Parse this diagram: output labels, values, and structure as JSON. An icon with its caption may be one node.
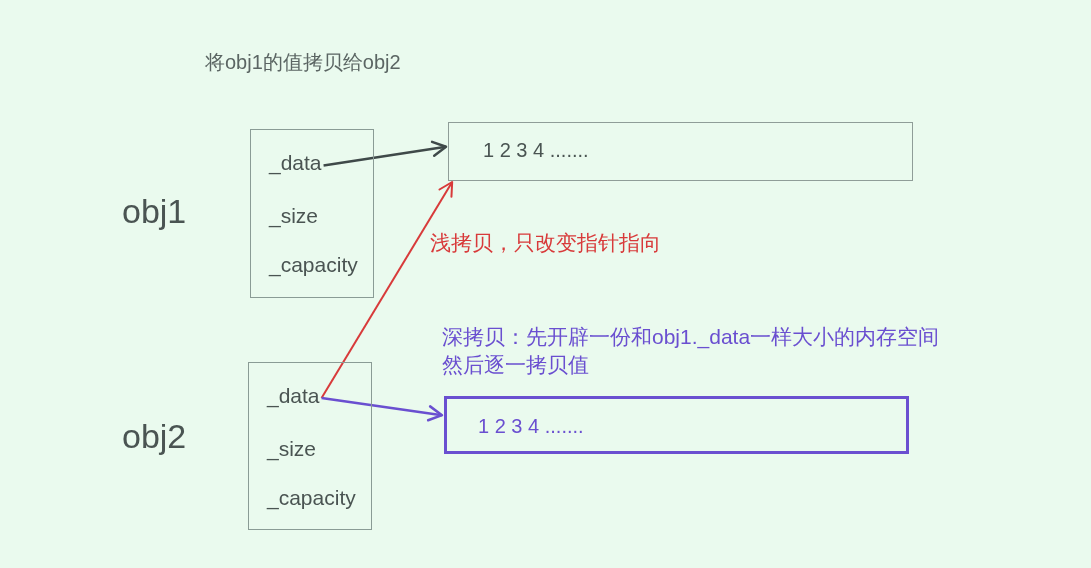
{
  "diagram": {
    "title": "将obj1的值拷贝给obj2",
    "nodes": [
      {
        "text": [],
        "shape": "box",
        "beside": [
          "obj1"
        ]
      },
      {
        "text": [
          "_data"
        ],
        "in": 0
      },
      {
        "text": [
          "_size"
        ],
        "in": 0
      },
      {
        "text": [
          "_capacity"
        ],
        "in": 0
      },
      {
        "text": [
          "1 2 3 4 ......."
        ]
      },
      {
        "text": [],
        "shape": "box",
        "beside": [
          "obj2"
        ]
      },
      {
        "text": [
          "_data"
        ],
        "in": 5
      },
      {
        "text": [
          "_size"
        ],
        "in": 5
      },
      {
        "text": [
          "_capacity"
        ],
        "in": 5
      },
      {
        "text": [
          "1 2 3 4 ......."
        ]
      }
    ],
    "edges": [
      {
        "from": 1,
        "to": 4,
        "arrow": "to"
      },
      {
        "from": 6,
        "to": 4,
        "arrow": "to",
        "label": "浅拷贝，只改变指针指向",
        "color": "#d83a3a"
      },
      {
        "from": 6,
        "to": 9,
        "arrow": "to",
        "label": "深拷贝：先开辟一份和obj1._data一样大小的内存空间然后逐一拷贝值",
        "color": "#6a4fd0"
      }
    ]
  }
}
